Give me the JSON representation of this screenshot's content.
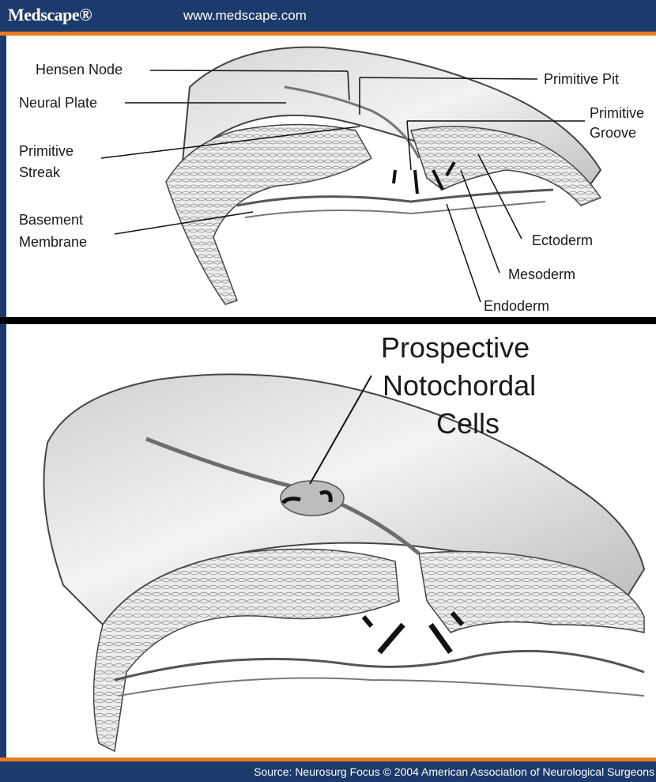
{
  "header": {
    "brand": "Medscape®",
    "url": "www.medscape.com",
    "bg_color": "#1c3a6b",
    "accent_color": "#e8791e"
  },
  "top_panel": {
    "labels": {
      "hensen_node": "Hensen Node",
      "neural_plate": "Neural Plate",
      "primitive_streak_1": "Primitive",
      "primitive_streak_2": "Streak",
      "basement_membrane_1": "Basement",
      "basement_membrane_2": "Membrane",
      "primitive_pit": "Primitive Pit",
      "primitive_groove_1": "Primitive",
      "primitive_groove_2": "Groove",
      "ectoderm": "Ectoderm",
      "mesoderm": "Mesoderm",
      "endoderm": "Endoderm"
    }
  },
  "bottom_panel": {
    "labels": {
      "notochordal_1": "Prospective",
      "notochordal_2": "Notochordal",
      "notochordal_3": "Cells"
    }
  },
  "footer": {
    "source": "Source: Neurosurg Focus © 2004 American Association of Neurological Surgeons"
  }
}
